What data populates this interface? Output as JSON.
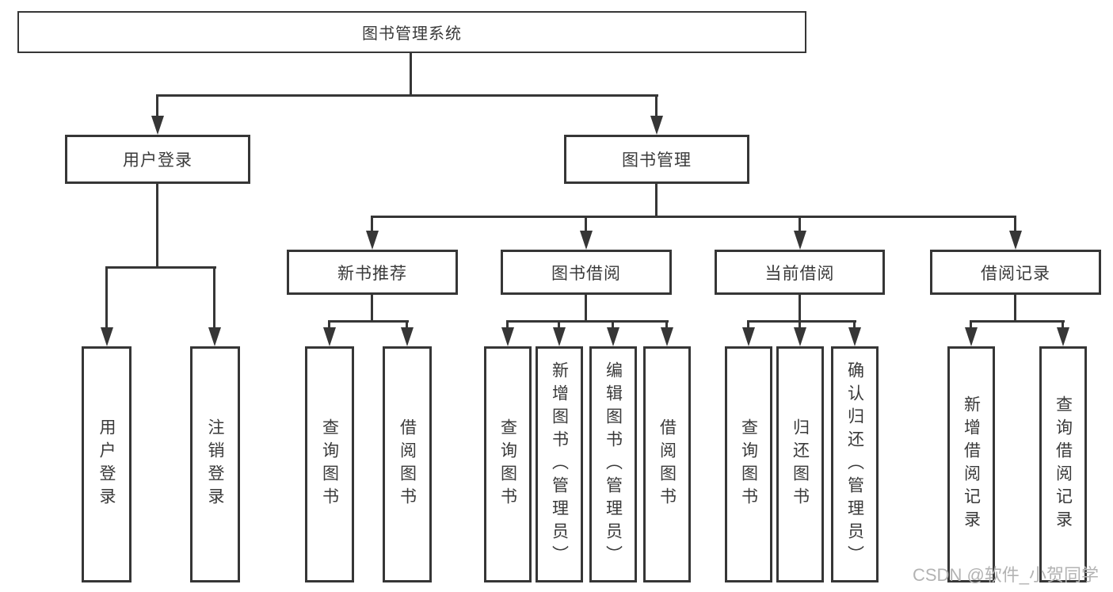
{
  "tree": {
    "label": "图书管理系统",
    "children": [
      {
        "label": "用户登录",
        "children": [
          {
            "label": "用户登录"
          },
          {
            "label": "注销登录"
          }
        ]
      },
      {
        "label": "图书管理",
        "children": [
          {
            "label": "新书推荐",
            "children": [
              {
                "label": "查询图书"
              },
              {
                "label": "借阅图书"
              }
            ]
          },
          {
            "label": "图书借阅",
            "children": [
              {
                "label": "查询图书"
              },
              {
                "label": "新增图书（管理员）"
              },
              {
                "label": "编辑图书（管理员）"
              },
              {
                "label": "借阅图书"
              }
            ]
          },
          {
            "label": "当前借阅",
            "children": [
              {
                "label": "查询图书"
              },
              {
                "label": "归还图书"
              },
              {
                "label": "确认归还（管理员）"
              }
            ]
          },
          {
            "label": "借阅记录",
            "children": [
              {
                "label": "新增借阅记录"
              },
              {
                "label": "查询借阅记录"
              }
            ]
          }
        ]
      }
    ]
  },
  "watermark": {
    "text": "CSDN @软件_小贺同学"
  },
  "colors": {
    "border": "#363636",
    "text": "#3a3a3a",
    "line": "#363636",
    "watermark": "#b3b3b3",
    "background": "#ffffff"
  }
}
